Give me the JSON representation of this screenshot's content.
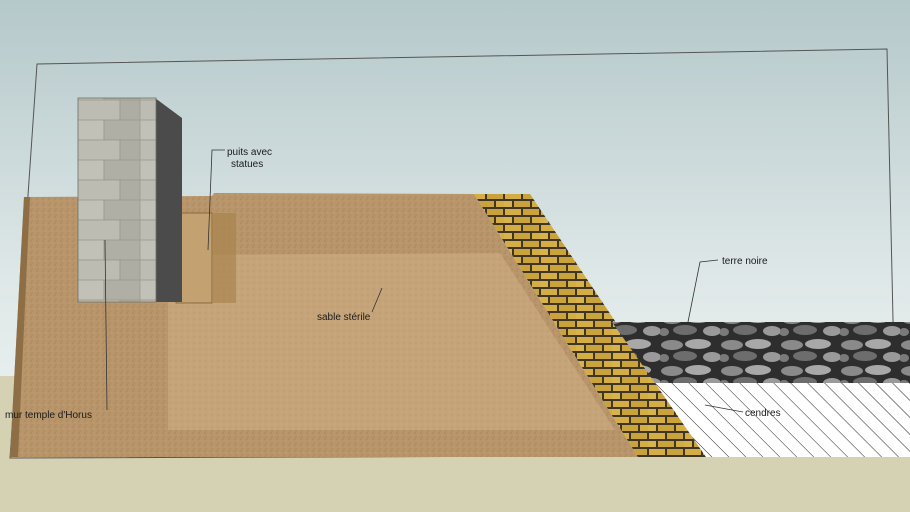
{
  "labels": {
    "wall": "mur temple d'Horus",
    "well_line1": "puits avec",
    "well_line2": "statues",
    "sand": "sable stérile",
    "black_earth": "terre noire",
    "ashes": "cendres"
  },
  "colors": {
    "sky_top": "#b7c9cb",
    "sky_bottom": "#eef3f3",
    "ground": "#d6d2b4",
    "sand": "#b8956a",
    "sand_light": "#c9a97f",
    "brick": "#d2ad3f",
    "stone": "#a6a6a2",
    "black_earth": "#3c3c3c",
    "ash": "#ffffff"
  }
}
